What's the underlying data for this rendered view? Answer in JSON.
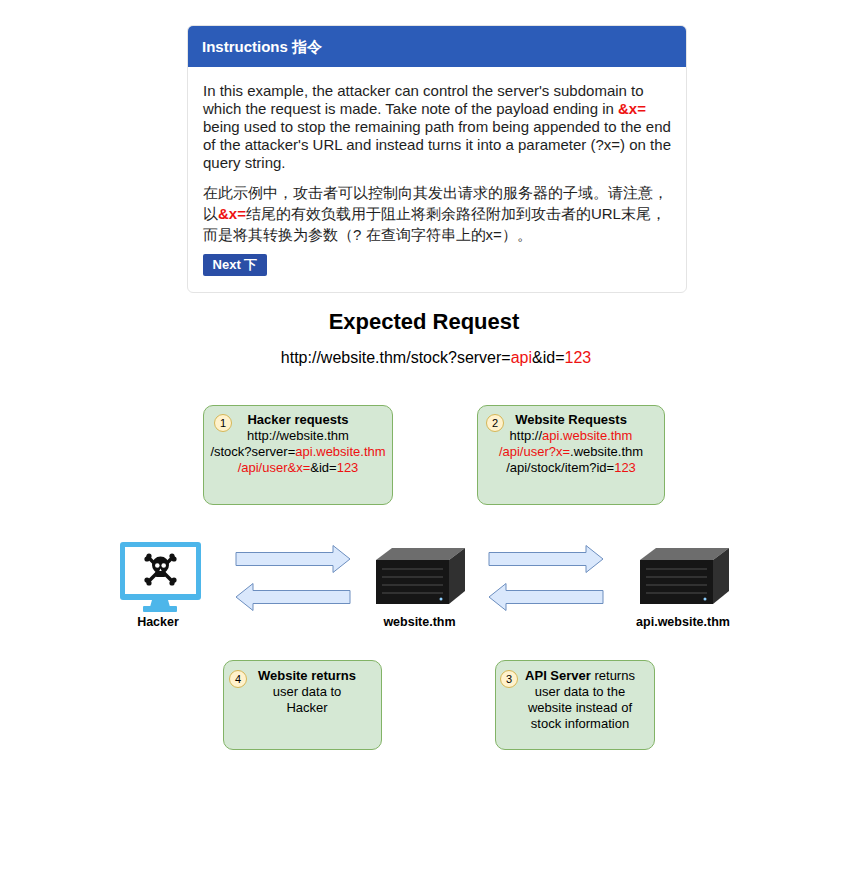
{
  "diagram": {
    "title": "Expected Request",
    "nodes": [
      {
        "text": [
          "Instructions 指令",
          "In this example, the attacker can control the server's subdomain to which the request is made. Take note of the payload ending in &x= being used to stop the remaining path from being appended to the end of the attacker's URL and instead turns it into a parameter (?x=) on the query string.",
          "在此示例中，攻击者可以控制向其发出请求的服务器的子域。请注意，以&x=结尾的有效负载用于阻止将剩余路径附加到攻击者的URL末尾，而是将其转换为参数（? 在查询字符串上的x=）。"
        ]
      },
      {
        "text": [
          "Next 下"
        ],
        "in": 0
      },
      {
        "text": [
          "Hacker requests",
          "http://website.thm /stock?server=api.website.thm /api/user&x=&id=123"
        ]
      },
      {
        "text": [
          "1"
        ],
        "in": 2
      },
      {
        "text": [
          "Website Requests",
          "http://api.website.thm /api/user?x=.website.thm /api/stock/item?id=123"
        ]
      },
      {
        "text": [
          "2"
        ],
        "in": 4
      },
      {
        "text": [
          "Hacker"
        ]
      },
      {
        "text": [
          "website.thm"
        ]
      },
      {
        "text": [
          "api.website.thm"
        ]
      },
      {
        "text": [
          "Website returns",
          "user data to Hacker"
        ]
      },
      {
        "text": [
          "4"
        ],
        "in": 9
      },
      {
        "text": [
          "API Server returns user data to the website instead of stock information"
        ]
      },
      {
        "text": [
          "3"
        ],
        "in": 11
      }
    ],
    "edges": [
      {
        "from": 6,
        "to": 7,
        "arrow": "to"
      },
      {
        "from": 7,
        "to": 6,
        "arrow": "to"
      },
      {
        "from": 7,
        "to": 8,
        "arrow": "to"
      },
      {
        "from": 8,
        "to": 7,
        "arrow": "to"
      }
    ],
    "labels": [
      "http://website.thm/stock?server=api&id=123"
    ]
  }
}
